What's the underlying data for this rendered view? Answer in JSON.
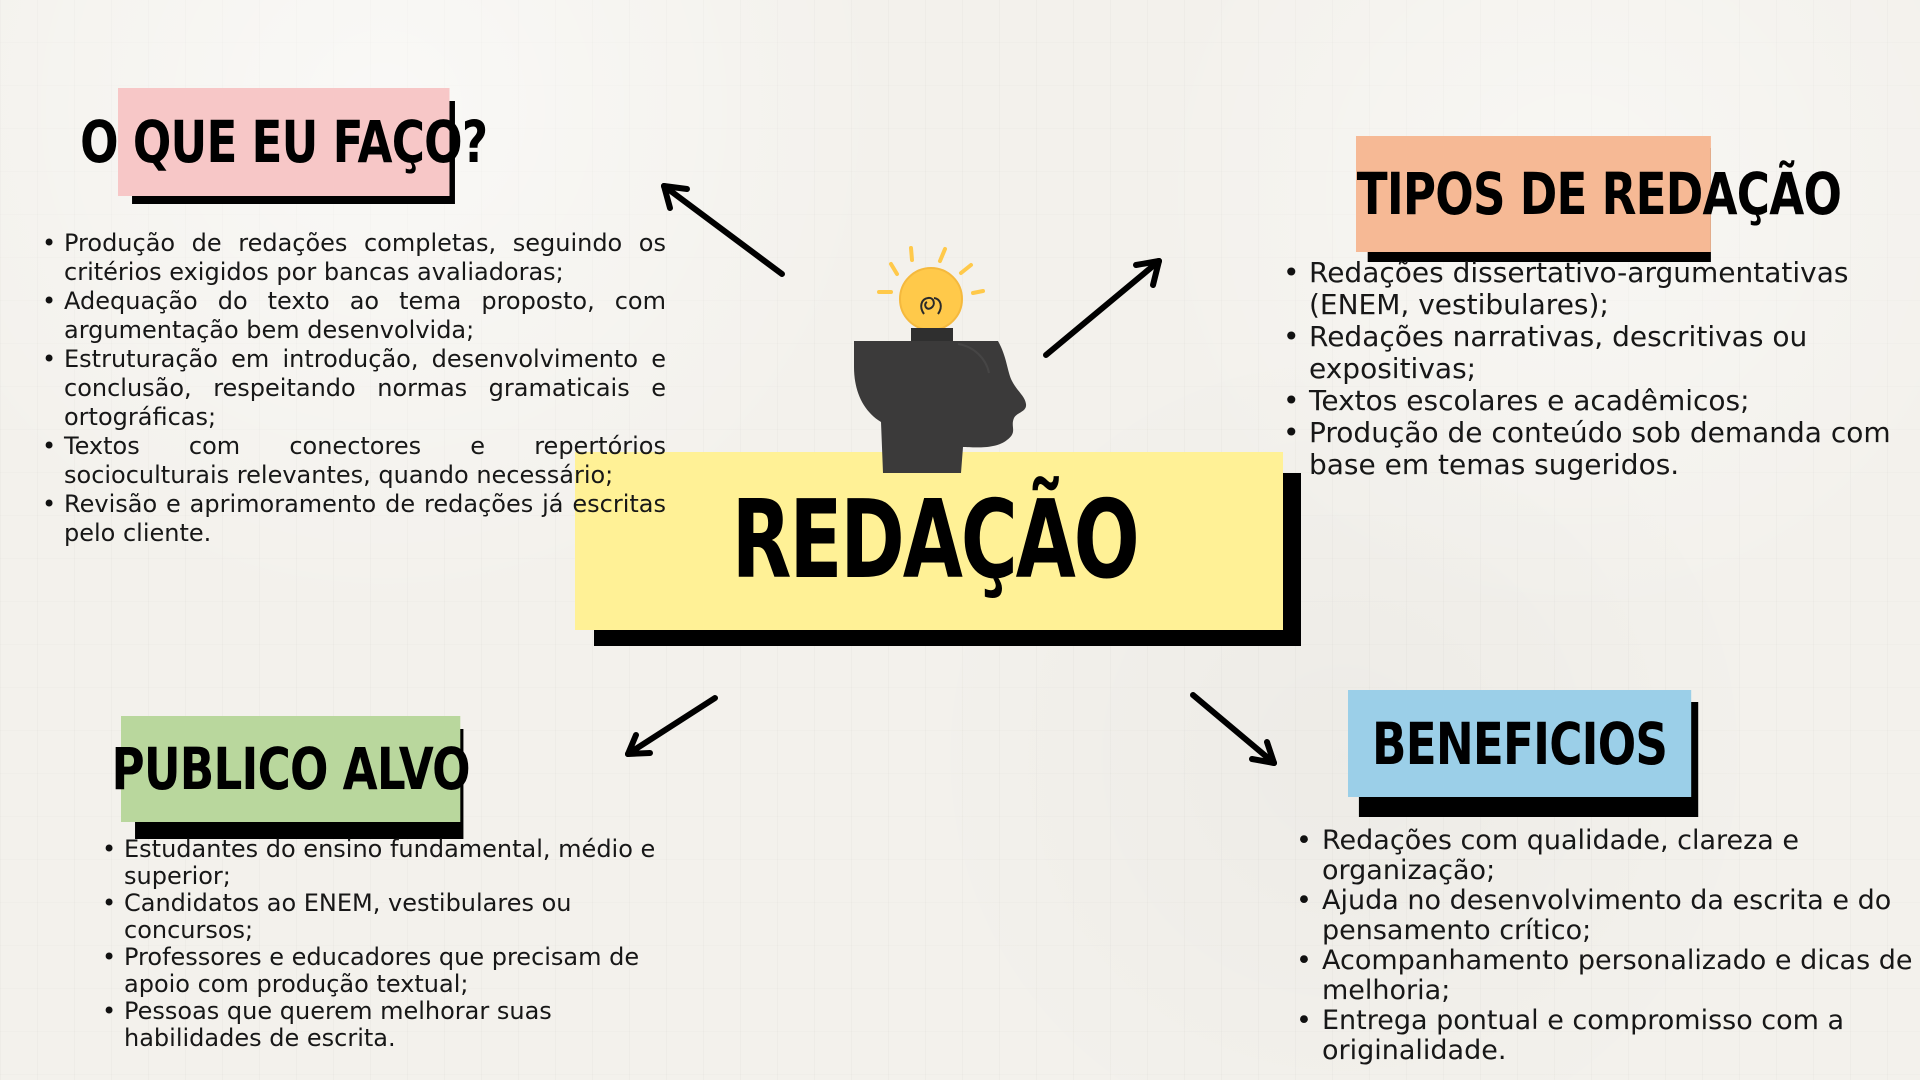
{
  "colors": {
    "background": "#f3f1ec",
    "main_box": "#fff196",
    "o_que_eu_faco_box": "#f7c7c7",
    "tipos_de_redacao_box": "#f6b995",
    "publico_alvo_box": "#b9d79d",
    "beneficios_box": "#9bcfe8",
    "text": "#161616",
    "bulb": "#ffc94a",
    "head": "#3b3a3a"
  },
  "main": {
    "title": "REDAÇÃO",
    "icon": "head-with-lightbulb-icon"
  },
  "sections": {
    "o_que_eu_faco": {
      "title": "O QUE EU FAÇO?",
      "items": [
        "Produção de redações completas, seguindo os critérios exigidos por bancas avaliadoras;",
        "Adequação do texto ao tema proposto, com argumentação bem desenvolvida;",
        "Estruturação em introdução, desenvolvimento e conclusão, respeitando normas gramaticais e ortográficas;",
        "Textos com conectores e repertórios socioculturais relevantes, quando necessário;",
        "Revisão e aprimoramento de redações já escritas pelo cliente."
      ]
    },
    "tipos_de_redacao": {
      "title": "TIPOS DE REDAÇÃO",
      "items": [
        "Redações dissertativo-argumentativas (ENEM, vestibulares);",
        "Redações narrativas, descritivas ou expositivas;",
        "Textos escolares e acadêmicos;",
        "Produção de conteúdo sob demanda com base em temas sugeridos."
      ]
    },
    "publico_alvo": {
      "title": "PUBLICO ALVO",
      "items": [
        "Estudantes do ensino fundamental, médio e superior;",
        "Candidatos ao ENEM, vestibulares ou concursos;",
        "Professores e educadores que precisam de apoio com produção textual;",
        "Pessoas que querem melhorar suas habilidades de escrita."
      ]
    },
    "beneficios": {
      "title": "BENEFICIOS",
      "items": [
        "Redações com qualidade, clareza e organização;",
        "Ajuda no desenvolvimento da escrita e do pensamento crítico;",
        "Acompanhamento personalizado e dicas de melhoria;",
        "Entrega pontual e compromisso com a originalidade."
      ]
    }
  }
}
